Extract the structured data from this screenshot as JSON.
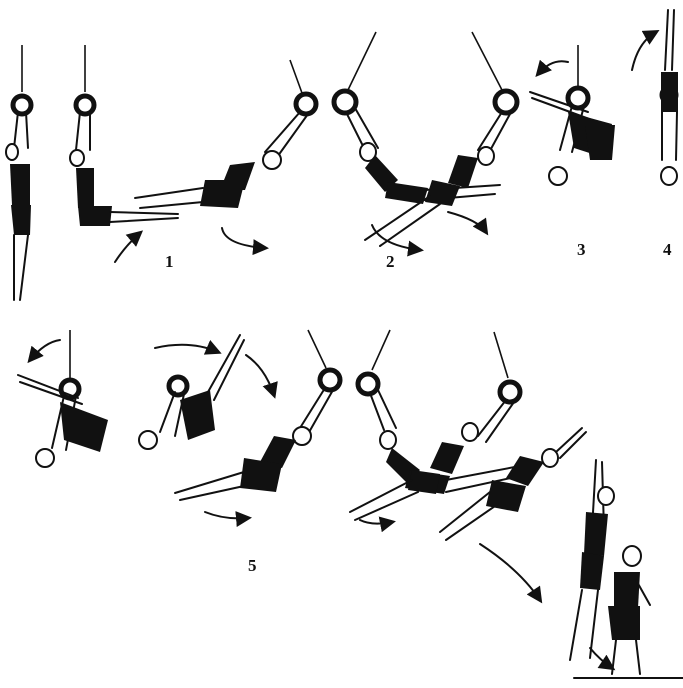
{
  "figure": {
    "stage_labels": [
      "1",
      "2",
      "3",
      "4",
      "5"
    ]
  }
}
